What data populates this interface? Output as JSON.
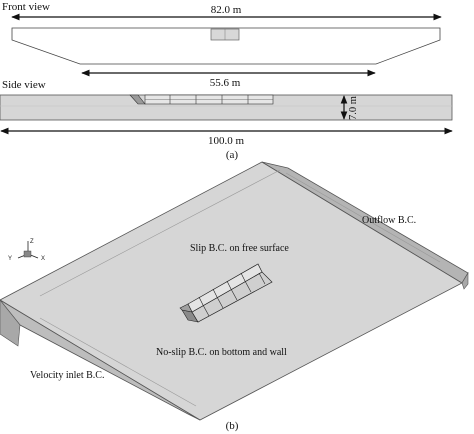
{
  "panel_a": {
    "front_view_label": "Front view",
    "side_view_label": "Side view",
    "dim_top_width": "82.0 m",
    "dim_bottom_width": "55.6 m",
    "dim_depth": "7.0 m",
    "dim_length": "100.0 m",
    "caption": "(a)"
  },
  "panel_b": {
    "outflow_label": "Outflow B.C.",
    "slip_label": "Slip B.C. on free surface",
    "noslip_label": "No-slip B.C. on bottom and wall",
    "inlet_label": "Velocity inlet B.C.",
    "axis_z": "Z",
    "axis_y": "Y",
    "axis_x": "X",
    "caption": "(b)"
  },
  "colors": {
    "channel_fill": "#d6d6d6",
    "slope_fill": "#b4b4b4",
    "line": "#111111"
  }
}
